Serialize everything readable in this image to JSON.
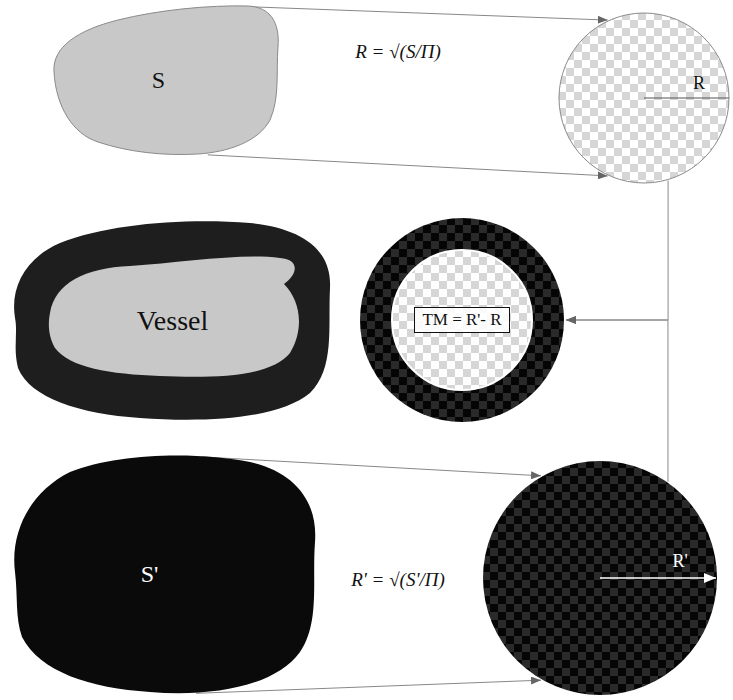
{
  "diagram": {
    "nodes": [
      {
        "text": [
          "S"
        ]
      },
      {
        "text": [
          "R"
        ]
      },
      {
        "text": [
          "Vessel"
        ]
      },
      {
        "text": [
          "TM = R'- R"
        ]
      },
      {
        "text": [
          "S'"
        ]
      },
      {
        "text": [
          "R'"
        ]
      }
    ],
    "edges": [
      {
        "from": 0,
        "to": 1,
        "arrow": "to"
      },
      {
        "from": 0,
        "to": 1,
        "arrow": "to"
      },
      {
        "from": 1,
        "to": 3,
        "arrow": "to"
      },
      {
        "from": 5,
        "to": 3,
        "arrow": "to"
      },
      {
        "from": 4,
        "to": 5,
        "arrow": "to"
      },
      {
        "from": 4,
        "to": 5,
        "arrow": "to"
      }
    ],
    "labels": [
      "R = √(S/Π)",
      "R' = √(S'/Π)"
    ]
  }
}
